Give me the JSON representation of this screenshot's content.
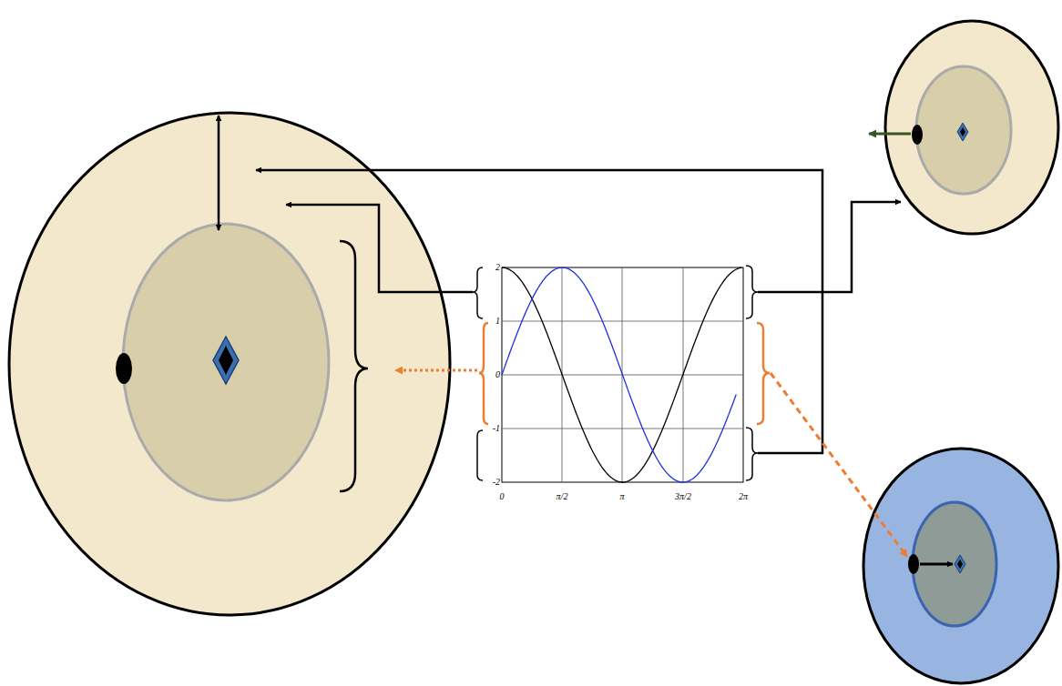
{
  "diagram": {
    "labels": [
      "2",
      "1",
      "0",
      "-1",
      "-2",
      "0",
      "π/2",
      "π",
      "3π/2",
      "2π"
    ]
  }
}
